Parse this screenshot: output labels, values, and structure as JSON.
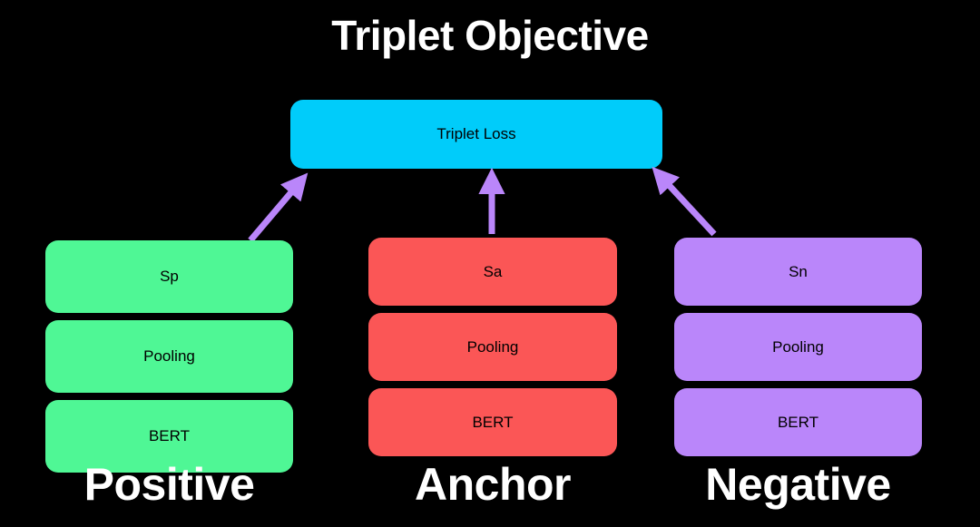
{
  "diagram": {
    "title": "Triplet Objective",
    "background_color": "#000000",
    "title_color": "#ffffff",
    "loss_node": {
      "label": "Triplet Loss",
      "color": "#00ccfa",
      "text_color": "#000000"
    },
    "arrow_color": "#ba86fa",
    "branches": [
      {
        "caption": "Positive",
        "color": "#4ff795",
        "text_color": "#000000",
        "nodes": [
          {
            "label": "Sp"
          },
          {
            "label": "Pooling"
          },
          {
            "label": "BERT"
          }
        ]
      },
      {
        "caption": "Anchor",
        "color": "#fb5656",
        "text_color": "#000000",
        "nodes": [
          {
            "label": "Sa"
          },
          {
            "label": "Pooling"
          },
          {
            "label": "BERT"
          }
        ]
      },
      {
        "caption": "Negative",
        "color": "#ba86fa",
        "text_color": "#000000",
        "nodes": [
          {
            "label": "Sn"
          },
          {
            "label": "Pooling"
          },
          {
            "label": "BERT"
          }
        ]
      }
    ]
  }
}
